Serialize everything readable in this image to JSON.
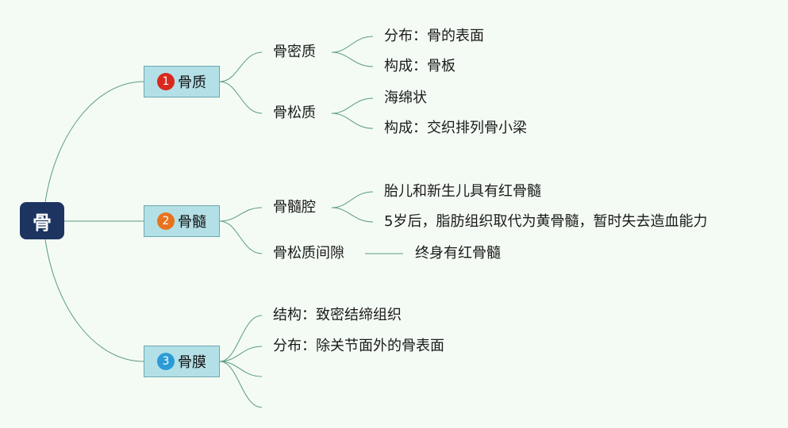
{
  "colors": {
    "background": "#f4fbf4",
    "root_fill": "#1d3461",
    "branch_fill": "#b3e0e6",
    "connector": "#5b9a82",
    "badge_1": "#d9281d",
    "badge_2": "#e8731f",
    "badge_3": "#2a9bd7"
  },
  "root": {
    "label": "骨"
  },
  "branches": [
    {
      "badge": "1",
      "label": "骨质",
      "children": [
        {
          "label": "骨密质",
          "children": [
            "分布：骨的表面",
            "构成：骨板"
          ]
        },
        {
          "label": "骨松质",
          "children": [
            "海绵状",
            "构成：交织排列骨小梁"
          ]
        }
      ]
    },
    {
      "badge": "2",
      "label": "骨髓",
      "children": [
        {
          "label": "骨髓腔",
          "children": [
            "胎儿和新生儿具有红骨髓",
            "5岁后，脂肪组织取代为黄骨髓，暂时失去造血能力"
          ]
        },
        {
          "label": "骨松质间隙",
          "children": [
            "终身有红骨髓"
          ]
        }
      ]
    },
    {
      "badge": "3",
      "label": "骨膜",
      "children": [
        {
          "label": "结构：致密结缔组织"
        },
        {
          "label": "分布：除关节面外的骨表面"
        }
      ]
    }
  ]
}
